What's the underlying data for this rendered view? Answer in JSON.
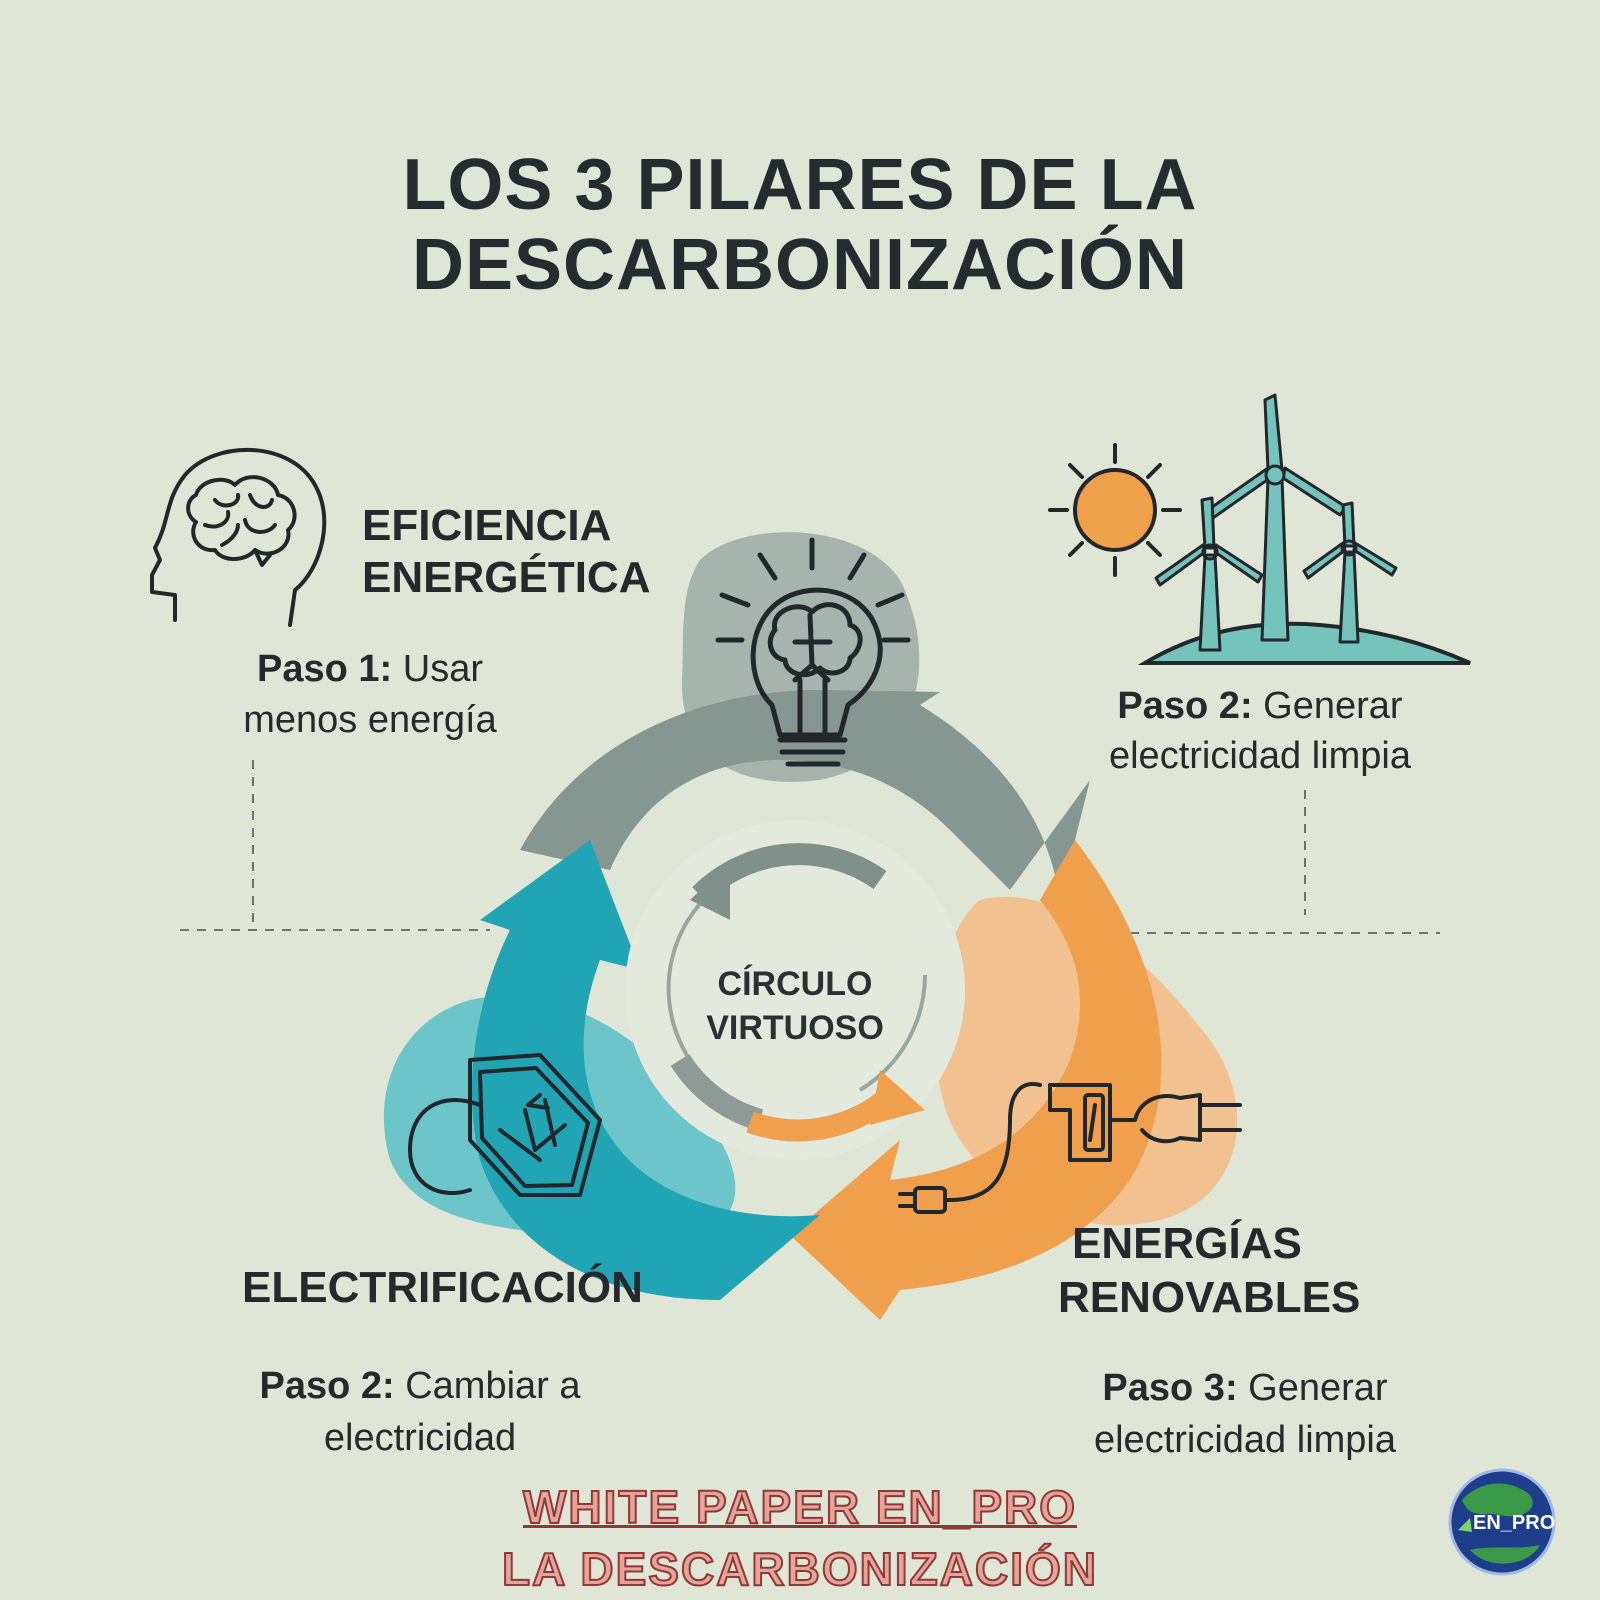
{
  "title": {
    "line1": "LOS 3 PILARES DE LA",
    "line2": "DESCARBONIZACIÓN"
  },
  "pillars": {
    "efficiency": {
      "heading_line1": "EFICIENCIA",
      "heading_line2": "ENERGÉTICA",
      "step_label": "Paso 1:",
      "step_text_a": "Usar",
      "step_text_b": "menos energía",
      "icon": "head-brain-icon"
    },
    "top_right": {
      "step_label": "Paso 2:",
      "step_text_a": "Generar",
      "step_text_b": "electricidad limpia",
      "icon": "sun-wind-turbines-icon"
    },
    "electrification": {
      "heading": "ELECTRIFICACIÓN",
      "step_label": "Paso 2:",
      "step_text_a": "Cambiar a",
      "step_text_b": "electricidad",
      "icon": "battery-arrow-icon"
    },
    "renewables": {
      "heading_line1": "ENERGÍAS",
      "heading_line2": "RENOVABLES",
      "step_label": "Paso 3:",
      "step_text_a": "Generar",
      "step_text_b": "electricidad limpia",
      "icon": "plug-charger-icon"
    }
  },
  "center": {
    "line1": "CÍRCULO",
    "line2": "VIRTUOSO",
    "icon": "lightbulb-brain-icon"
  },
  "footer": {
    "line1": "WHITE PAPER EN_PRO",
    "line2": "LA DESCARBONIZACIÓN"
  },
  "logo": {
    "text": "EN_PRO"
  },
  "colors": {
    "background": "#dfe6d6",
    "gray": "#879892",
    "teal": "#2aa6b3",
    "orange": "#ef9f4c",
    "text": "#25292e"
  }
}
